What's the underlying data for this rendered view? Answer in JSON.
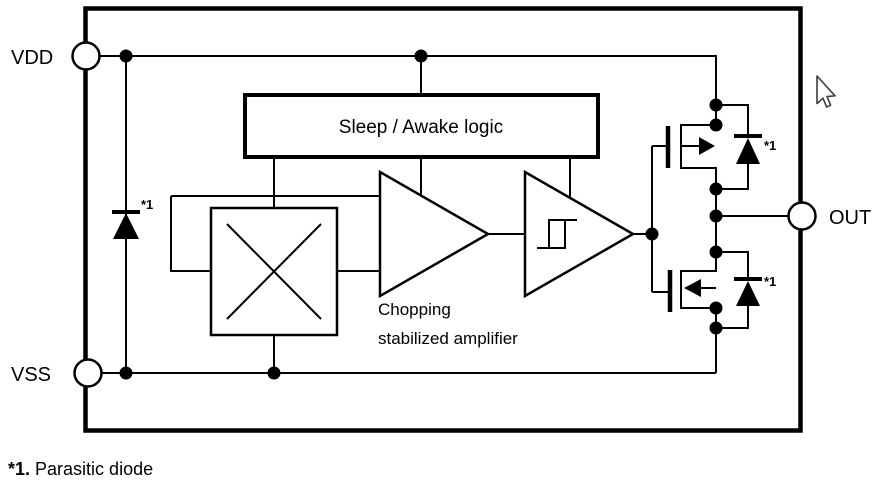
{
  "diagram": {
    "pins": {
      "vdd": {
        "label": "VDD"
      },
      "vss": {
        "label": "VSS"
      },
      "out": {
        "label": "OUT"
      }
    },
    "blocks": {
      "sleep_awake_logic": {
        "label": "Sleep / Awake logic"
      },
      "chopper_amplifier": {
        "caption_line1": "Chopping",
        "caption_line2": "stabilized amplifier"
      }
    },
    "annotations": {
      "parasitic_marker": "*1",
      "footnote": {
        "marker": "*1.",
        "text": " Parasitic diode"
      }
    },
    "icons": {
      "cursor": "arrow-pointer-icon",
      "hall_element": "crossed-box-icon",
      "hysteresis": "hysteresis-icon",
      "diode": "diode-icon"
    },
    "colors": {
      "line": "#000000",
      "text": "#000000",
      "background": "#ffffff"
    }
  }
}
